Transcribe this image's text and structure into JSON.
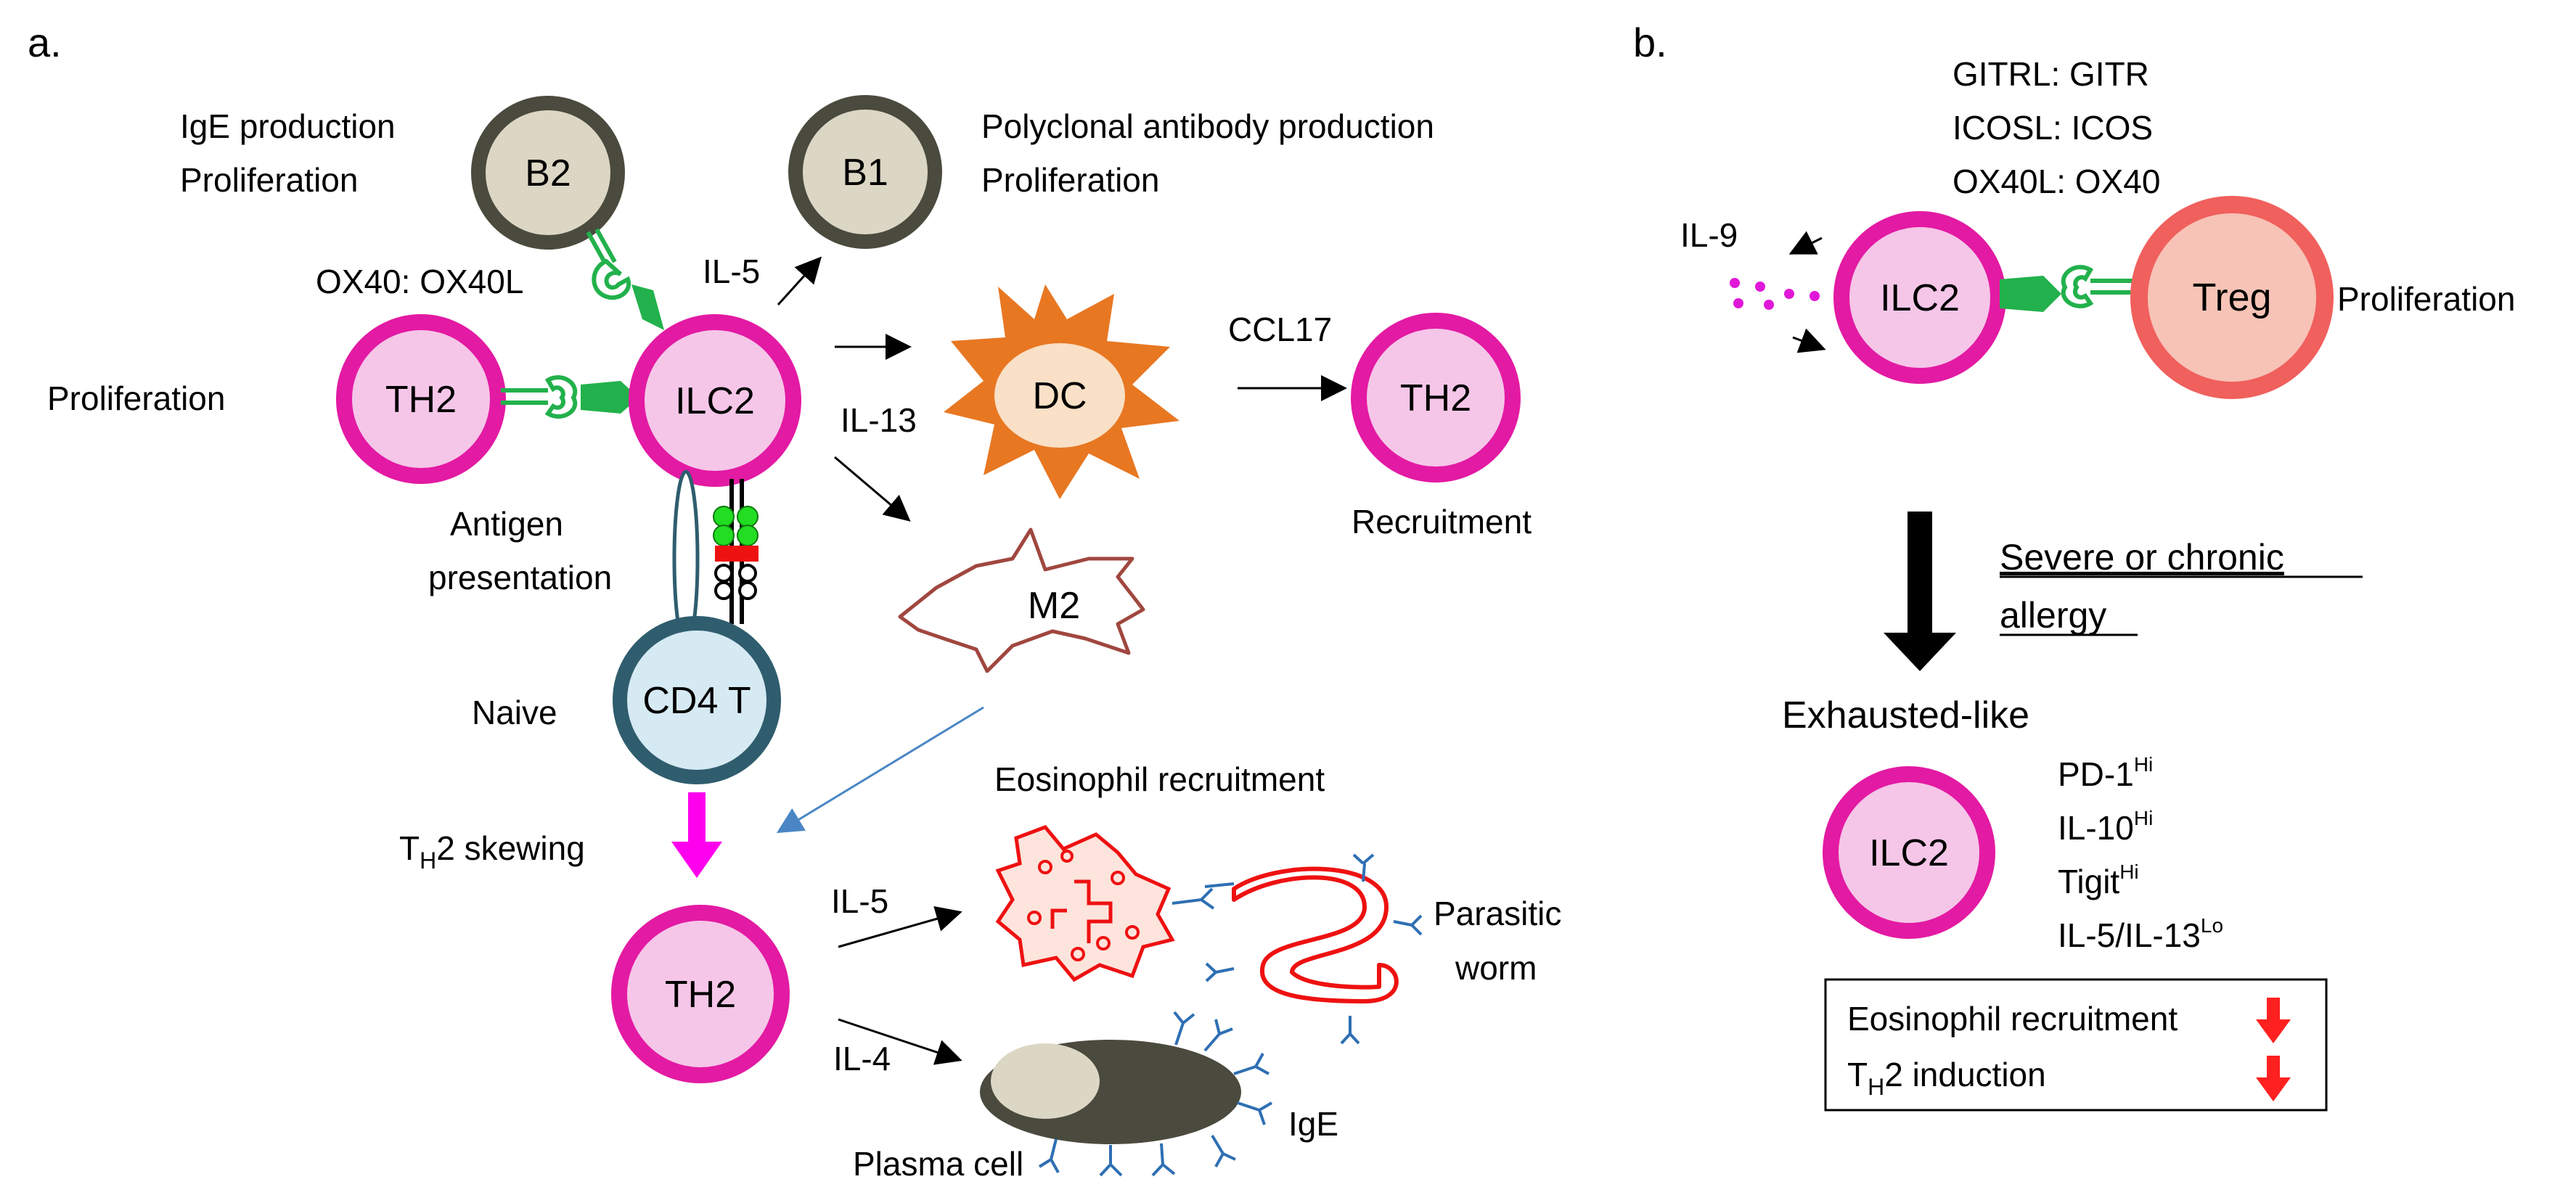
{
  "panel_a": {
    "letter": "a.",
    "cells": {
      "b2": "B2",
      "b1": "B1",
      "th2_left": "TH2",
      "ilc2": "ILC2",
      "dc": "DC",
      "th2_right": "TH2",
      "m2": "M2",
      "cd4t": "CD4 T",
      "th2_bottom": "TH2"
    },
    "labels": {
      "b2_line1": "IgE production",
      "b2_line2": "Proliferation",
      "b1_line1": "Polyclonal antibody production",
      "b1_line2": "Proliferation",
      "ox40": "OX40: OX40L",
      "il5_top": "IL-5",
      "proliferation_left": "Proliferation",
      "il13": "IL-13",
      "ccl17": "CCL17",
      "recruitment": "Recruitment",
      "antigen_line1": "Antigen",
      "antigen_line2": "presentation",
      "naive": "Naive",
      "th2_skewing": "T",
      "th2_skewing_sub": "H",
      "th2_skewing_rest": "2 skewing",
      "eosinophil_recruitment": "Eosinophil recruitment",
      "il5_bottom": "IL-5",
      "il4": "IL-4",
      "parasitic_line1": "Parasitic",
      "parasitic_line2": "worm",
      "ige": "IgE",
      "plasma_cell": "Plasma cell"
    }
  },
  "panel_b": {
    "letter": "b.",
    "ligands": [
      "GITRL: GITR",
      "ICOSL: ICOS",
      "OX40L: OX40"
    ],
    "il9": "IL-9",
    "ilc2_top": "ILC2",
    "treg": "Treg",
    "proliferation": "Proliferation",
    "severe_line1": "Severe or chronic",
    "severe_line2": "allergy",
    "exhausted": "Exhausted-like",
    "ilc2_bottom": "ILC2",
    "markers": [
      {
        "name": "PD-1",
        "sup": "Hi"
      },
      {
        "name": "IL-10",
        "sup": "Hi"
      },
      {
        "name": "Tigit",
        "sup": "Hi"
      },
      {
        "name": "IL-5/IL-13",
        "sup": "Lo"
      }
    ],
    "box_line1": "Eosinophil recruitment",
    "box_line2_t": "T",
    "box_line2_sub": "H",
    "box_line2_rest": "2 induction"
  },
  "colors": {
    "magenta": "#e31aa3",
    "pink_fill": "#f5c6e8",
    "b_cell_fill": "#dcd6c4",
    "b_cell_ring": "#4a4a3e",
    "dc_orange": "#e87722",
    "m2_brown": "#a0473f",
    "cd4_fill": "#d6eaf3",
    "cd4_ring": "#2f5d6e",
    "green": "#22b14c",
    "treg_ring": "#f0605d",
    "treg_fill": "#f7c3b6",
    "red": "#ff2020",
    "antibody_blue": "#2e6fb3"
  }
}
